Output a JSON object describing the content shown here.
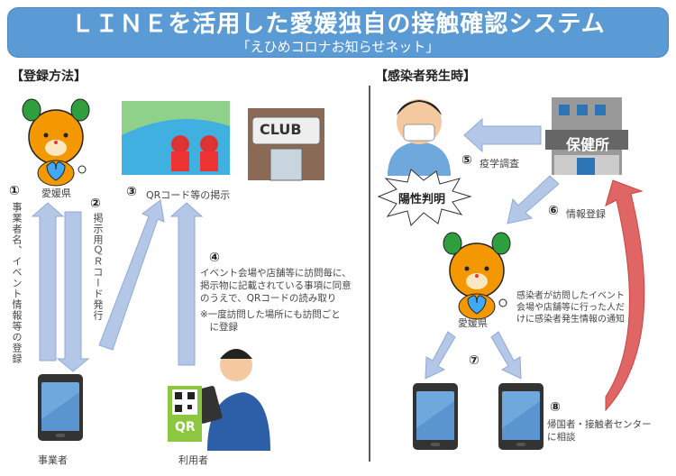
{
  "header": {
    "title": "ＬＩＮＥを活用した愛媛独自の接触確認システム",
    "subtitle": "「えひめコロナお知らせネット」"
  },
  "left": {
    "section": "【登録方法】",
    "ehime_label": "愛媛県",
    "step1_num": "①",
    "step1_text": "事業者名、イベント情報等の登録",
    "step2_num": "②",
    "step2_text": "掲示用ＱＲコード発行",
    "step3_num": "③",
    "step3_text": "QRコード等の掲示",
    "club_sign": "CLUB",
    "step4_num": "④",
    "step4_lines": [
      "イベント会場や店舗等に訪問毎に、",
      "掲示物に記載されている事項に同意",
      "のうえで、QRコードの読み取り"
    ],
    "step4_note_lines": [
      "※一度訪問した場所にも訪問ごと",
      "　に登録"
    ],
    "business_label": "事業者",
    "user_label": "利用者",
    "qr_label": "QR"
  },
  "right": {
    "section": "【感染者発生時】",
    "positive": "陽性判明",
    "health_center": "保健所",
    "step5_num": "⑤",
    "step5_text": "疫学調査",
    "step6_num": "⑥",
    "step6_text": "情報登録",
    "ehime_label": "愛媛県",
    "notify_lines": [
      "感染者が訪問したイベント",
      "会場や店舗等に行った人だ",
      "けに感染者発生情報の通知"
    ],
    "step7_num": "⑦",
    "step8_num": "⑧",
    "step8_lines": [
      "帰国者・接触者センター",
      "に相談"
    ]
  },
  "colors": {
    "header": "#5b9bd5",
    "arrow": "#b4c7e7",
    "red_arrow": "#e06666"
  }
}
